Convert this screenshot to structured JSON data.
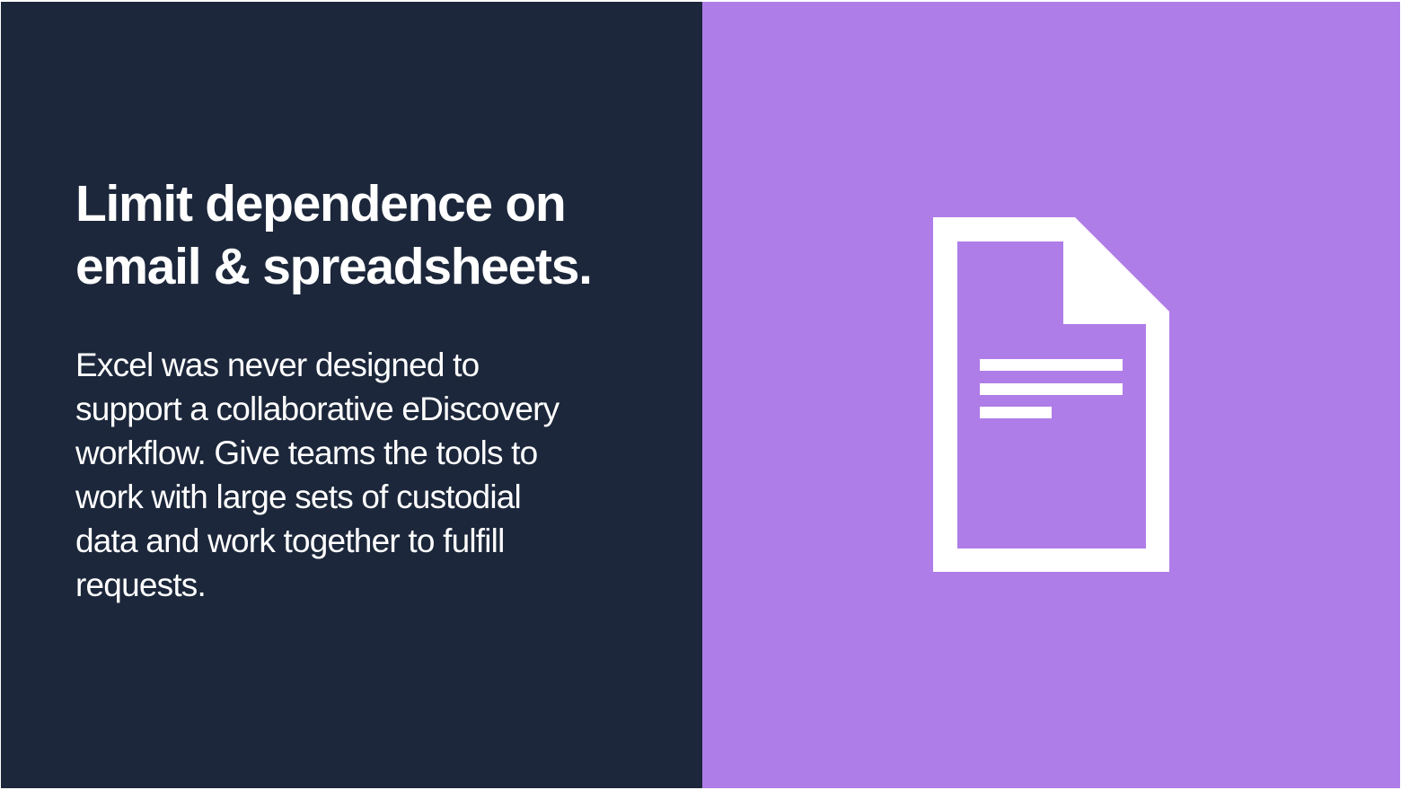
{
  "slide": {
    "headline_line1": "Limit dependence on",
    "headline_line2": "email & spreadsheets.",
    "body_lines": [
      "Excel was never designed to",
      "support a collaborative eDiscovery",
      "workflow. Give teams the tools to",
      "work with large sets of custodial",
      "data and work together to fulfill",
      "requests."
    ]
  },
  "icon": {
    "name": "document-icon"
  },
  "colors": {
    "left_background": "#1c273b",
    "right_background": "#af7de8",
    "text": "#ffffff",
    "icon": "#ffffff"
  }
}
